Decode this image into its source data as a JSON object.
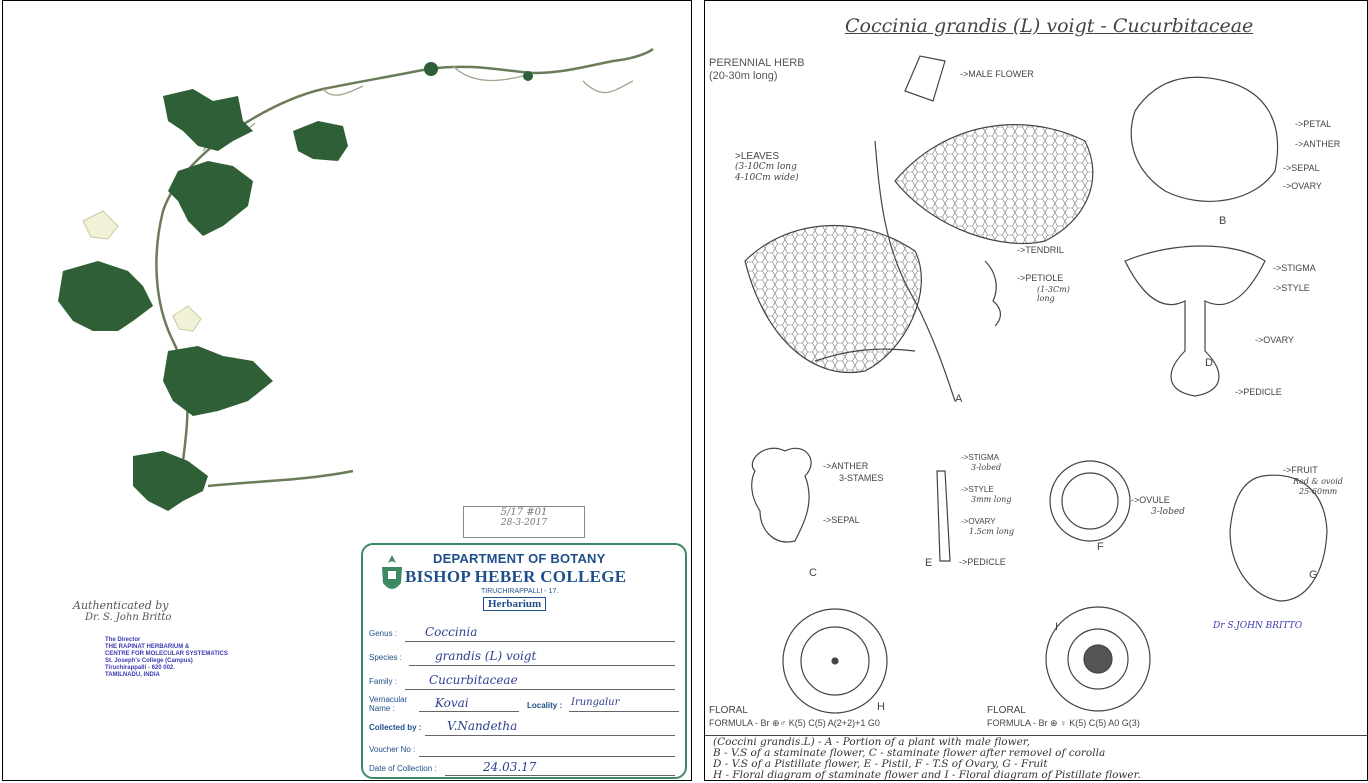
{
  "left_panel": {
    "annotation": {
      "line1": "Authenticated by",
      "line2": "Dr. S. John Britto",
      "stamp_title": "The Director",
      "stamp_lines": [
        "THE RAPINAT HERBARIUM &",
        "CENTRE FOR MOLECULAR SYSTEMATICS",
        "St. Joseph's College (Campus)",
        "Tiruchirappalli - 620 002.",
        "TAMILNADU, INDIA"
      ]
    },
    "accession_box": {
      "line1": "5/17 #01",
      "line2": "28-3-2017"
    },
    "label": {
      "department": "DEPARTMENT OF BOTANY",
      "college": "BISHOP HEBER COLLEGE",
      "city": "TIRUCHIRAPPALLI - 17.",
      "herbarium": "Herbarium",
      "genus_label": "Genus :",
      "genus_value": "Coccinia",
      "species_label": "Species :",
      "species_value": "grandis (L) voigt",
      "family_label": "Family :",
      "family_value": "Cucurbitaceae",
      "vernacular_label": "Vernacular Name :",
      "vernacular_value": "Kovai",
      "locality_label": "Locality :",
      "locality_value": "Irungalur",
      "collected_label": "Collected by :",
      "collected_value": "V.Nandetha",
      "voucher_label": "Voucher No :",
      "voucher_value": "",
      "date_label": "Date of Collection :",
      "date_value": "24.03.17"
    }
  },
  "right_panel": {
    "title": "Coccinia grandis (L) voigt - Cucurbitaceae",
    "labels": {
      "habit": "PERENNIAL HERB",
      "habit_size": "(20-30m long)",
      "male_flower": "->MALE FLOWER",
      "leaves": ">LEAVES",
      "leaves_size1": "(3-10Cm long",
      "leaves_size2": "4-10Cm wide)",
      "tendril": "->TENDRIL",
      "petiole": "->PETIOLE",
      "petiole_size": "(1-3Cm) long",
      "petal": "->PETAL",
      "anther": "->ANTHER",
      "sepal": "->SEPAL",
      "ovary": "->OVARY",
      "stigma": "->STIGMA",
      "style": "->STYLE",
      "ovary_d": "->OVARY",
      "pedicle": "->PEDICLE",
      "c_anther": "->ANTHER",
      "c_stames": "3-STAMES",
      "c_sepal": "->SEPAL",
      "e_stigma": "->STIGMA",
      "e_stigma_note": "3-lobed",
      "e_style": "->STYLE",
      "e_style_note": "3mm long",
      "e_ovary": "->OVARY",
      "e_ovary_note": "1.5cm long",
      "e_pedicle": "->PEDICLE",
      "f_ovule": "->OVULE",
      "f_note": "3-lobed",
      "g_fruit": "->FRUIT",
      "g_note1": "Red & ovoid",
      "g_note2": "25-60mm",
      "signature": "Dr S.JOHN BRITTO",
      "floral1": "FLORAL",
      "formula1": "FORMULA - Br ⊕♂ K(5) C(5) A(2+2)+1 G0",
      "floral2": "FLORAL",
      "formula2": "FORMULA - Br ⊕ ♀ K(5) C(5) A0 G(3)"
    },
    "markers": {
      "a": "A",
      "b": "B",
      "c": "C",
      "d": "D",
      "e": "E",
      "f": "F",
      "g": "G",
      "h": "H",
      "i": "I"
    },
    "caption": [
      "(Coccini grandis.L) - A - Portion of a plant with male flower,",
      "B - V.S of a staminate flower, C - staminate flower after removel of corolla",
      "D - V.S of a Pistillate flower, E - Pistil, F - T.S of Ovary, G - Fruit",
      "H - Floral diagram of staminate flower and I - Floral diagram of Pistillate flower."
    ]
  },
  "colors": {
    "leaf": "#2f5f36",
    "stem": "#6b7c5a",
    "ink": "#3a3a3a",
    "label_blue": "#1f4f8a",
    "label_border": "#3d8a62"
  }
}
